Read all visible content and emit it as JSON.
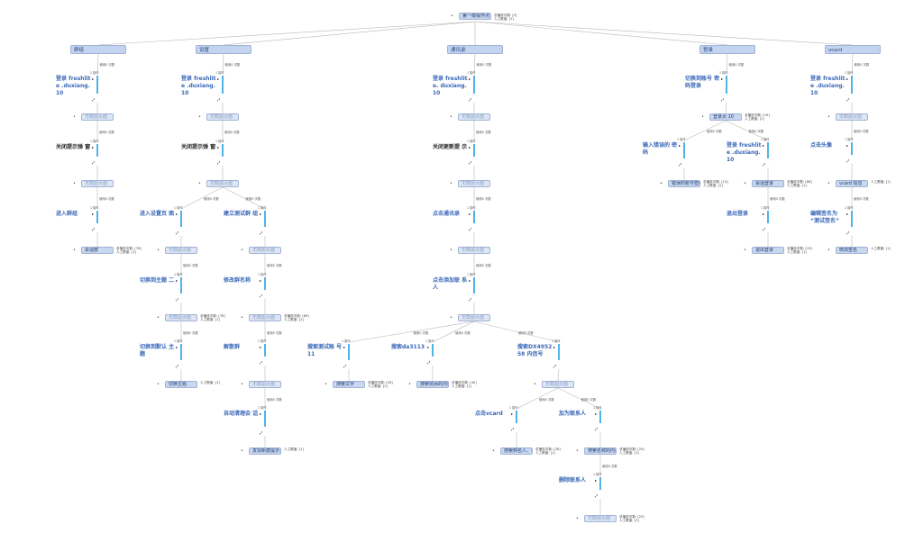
{
  "root": {
    "label": "第一级操作点",
    "bullet": "•",
    "meta": [
      "总播放次数: [5]",
      "人工覆盖: [1]"
    ]
  },
  "columns": [
    {
      "label": "群组"
    },
    {
      "label": "设置"
    },
    {
      "label": "通讯录"
    },
    {
      "label": "登录"
    },
    {
      "label": "vcard"
    }
  ],
  "edge_labels": {
    "use": "使用0 次数",
    "bullet": "1 操作"
  },
  "steps": [
    {
      "id": "s1",
      "title": "登录 freshlite .duxiang.10",
      "dark": false
    },
    {
      "id": "s2",
      "title": "登录 freshlite .duxiang.10",
      "dark": false
    },
    {
      "id": "s3",
      "title": "登录 freshlite. duxiang.10",
      "dark": false
    },
    {
      "id": "s4",
      "title": "切换到账号 密码登录",
      "dark": false
    },
    {
      "id": "s5",
      "title": "登录 freshlite .duxiang.10",
      "dark": false
    },
    {
      "id": "s6",
      "title": "关闭提示弹 窗",
      "dark": true
    },
    {
      "id": "s7",
      "title": "关闭提示弹 窗",
      "dark": true
    },
    {
      "id": "s8",
      "title": "关闭更新提 示",
      "dark": true
    },
    {
      "id": "s9",
      "title": "输入错误的 密码",
      "dark": false
    },
    {
      "id": "s10",
      "title": "登录 freshlite .duxiang.10",
      "dark": false
    },
    {
      "id": "s11",
      "title": "点击头像",
      "dark": false
    },
    {
      "id": "s12",
      "title": "进入群组",
      "dark": false
    },
    {
      "id": "s13",
      "title": "进入设置页 面",
      "dark": false
    },
    {
      "id": "s14",
      "title": "建立测试群 组",
      "dark": false
    },
    {
      "id": "s15",
      "title": "点击通讯录",
      "dark": false
    },
    {
      "id": "s16",
      "title": "退出登录",
      "dark": false
    },
    {
      "id": "s17",
      "title": "编辑签名为 “测试签名”",
      "dark": false
    },
    {
      "id": "s18",
      "title": "切换到主题 二",
      "dark": false
    },
    {
      "id": "s19",
      "title": "修改群名称",
      "dark": false
    },
    {
      "id": "s20",
      "title": "点击添加联 系人",
      "dark": false
    },
    {
      "id": "s21",
      "title": "切换到默认 主题",
      "dark": false
    },
    {
      "id": "s22",
      "title": "解散群",
      "dark": false
    },
    {
      "id": "s23",
      "title": "搜索测试账 号11",
      "dark": false
    },
    {
      "id": "s24",
      "title": "搜索da3113",
      "dark": false
    },
    {
      "id": "s25",
      "title": "搜索DX495258 内信号",
      "dark": false
    },
    {
      "id": "s26",
      "title": "自动清理会 话",
      "dark": false
    },
    {
      "id": "s27",
      "title": "点击vcard",
      "dark": false
    },
    {
      "id": "s28",
      "title": "加为联系人",
      "dark": false
    },
    {
      "id": "s29",
      "title": "删除联系人",
      "dark": false
    }
  ],
  "nodes": [
    {
      "id": "n1",
      "label": "无截图页面",
      "dim": true
    },
    {
      "id": "n2",
      "label": "无截图页面",
      "dim": true
    },
    {
      "id": "n3",
      "label": "无截图页面",
      "dim": true
    },
    {
      "id": "n4",
      "label": "登录页 10",
      "dim": false,
      "meta": [
        "总播放次数: [19]",
        "人工覆盖: [1]"
      ]
    },
    {
      "id": "n5",
      "label": "无截图页面",
      "dim": true
    },
    {
      "id": "n6",
      "label": "无截图页面",
      "dim": true
    },
    {
      "id": "n7",
      "label": "无截图页面",
      "dim": true
    },
    {
      "id": "n8",
      "label": "无截图页面",
      "dim": true
    },
    {
      "id": "n9",
      "label": "错误的账号密码",
      "dim": false,
      "meta": [
        "总播放次数: [13]",
        "人工覆盖: [1]"
      ]
    },
    {
      "id": "n10",
      "label": "会话登录",
      "dim": false,
      "meta": [
        "总播放次数: [88]",
        "人工覆盖: [1]"
      ]
    },
    {
      "id": "n11",
      "label": "vcard 信息",
      "dim": false,
      "meta": [
        "人工覆盖: [1]"
      ]
    },
    {
      "id": "n12",
      "label": "会话群",
      "dim": false,
      "meta": [
        "总播放次数: [76]",
        "人工覆盖: [1]"
      ]
    },
    {
      "id": "n13",
      "label": "无截图页面",
      "dim": true
    },
    {
      "id": "n14",
      "label": "无截图页面",
      "dim": true
    },
    {
      "id": "n15",
      "label": "无截图页面",
      "dim": true
    },
    {
      "id": "n16",
      "label": "退出登录",
      "dim": false,
      "meta": [
        "总播放次数: [19]",
        "人工覆盖: [1]"
      ]
    },
    {
      "id": "n17",
      "label": "修改签名",
      "dim": false,
      "meta": [
        "人工覆盖: [1]"
      ]
    },
    {
      "id": "n18",
      "label": "无截图页面",
      "dim": true,
      "meta": [
        "总播放次数: [76]",
        "人工覆盖: [1]"
      ]
    },
    {
      "id": "n19",
      "label": "无截图页面",
      "dim": true,
      "meta": [
        "总播放次数: [89]",
        "人工覆盖: [1]"
      ]
    },
    {
      "id": "n20",
      "label": "无截图页面",
      "dim": true
    },
    {
      "id": "n21",
      "label": "切换主题",
      "dim": false,
      "meta": [
        "人工覆盖: [1]"
      ]
    },
    {
      "id": "n22",
      "label": "无截图页面",
      "dim": true
    },
    {
      "id": "n23",
      "label": "搜索文字",
      "dim": false,
      "meta": [
        "总播放次数: [26]",
        "人工覆盖: [1]"
      ]
    },
    {
      "id": "n24",
      "label": "搜索领添的内信号",
      "dim": false,
      "meta": [
        "总播放次数: [40]",
        "人工覆盖: [1]"
      ]
    },
    {
      "id": "n25",
      "label": "无截图页面",
      "dim": true
    },
    {
      "id": "n26",
      "label": "发现新群提示",
      "dim": false,
      "meta": [
        "人工覆盖: [1]"
      ]
    },
    {
      "id": "n27",
      "label": "搜索到名人、名称",
      "dim": false,
      "meta": [
        "总播放次数: [26]",
        "人工覆盖: [1]"
      ]
    },
    {
      "id": "n28",
      "label": "搜索名称的内信号",
      "dim": false,
      "meta": [
        "总播放次数: [20]",
        "人工覆盖: [1]"
      ]
    },
    {
      "id": "n29",
      "label": "无截图页面",
      "dim": true,
      "meta": [
        "总播放次数: [25]",
        "人工覆盖: [1]"
      ]
    }
  ]
}
